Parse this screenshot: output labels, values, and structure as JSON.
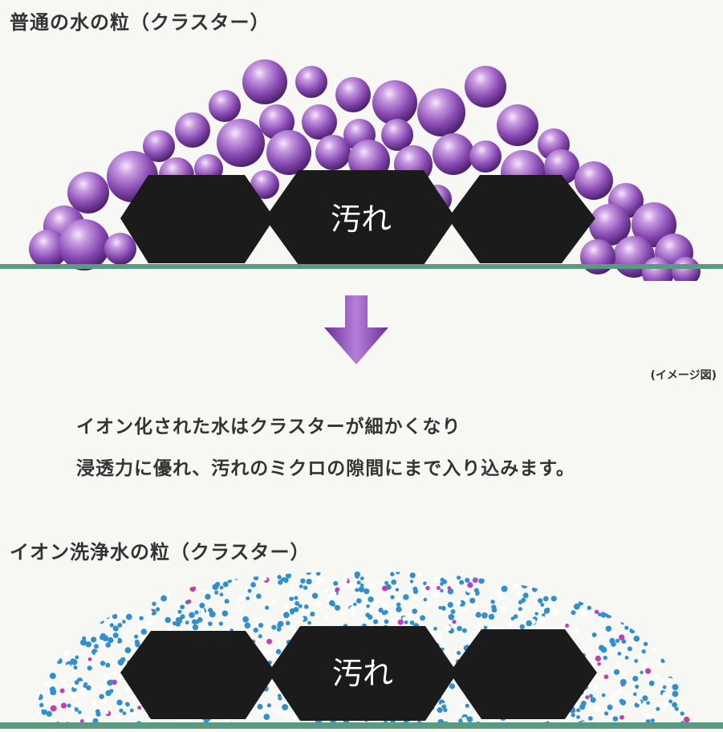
{
  "top_section": {
    "title": "普通の水の粒（クラスター）",
    "dirt_label": "汚れ"
  },
  "note": "(イメージ図)",
  "description": {
    "line1": "イオン化された水はクラスターが細かくなり",
    "line2": "浸透力に優れ、汚れのミクロの隙間にまで入り込みます。"
  },
  "bottom_section": {
    "title": "イオン洗浄水の粒（クラスター）",
    "dirt_label": "汚れ"
  },
  "colors": {
    "background": "#f7f8f4",
    "ground_line": "#5a9a82",
    "dirt": "#1b1b1b",
    "water_particle": "#a26cc8",
    "ion_particle": "#2f8fd0",
    "arrow": "#8d4fb8"
  }
}
